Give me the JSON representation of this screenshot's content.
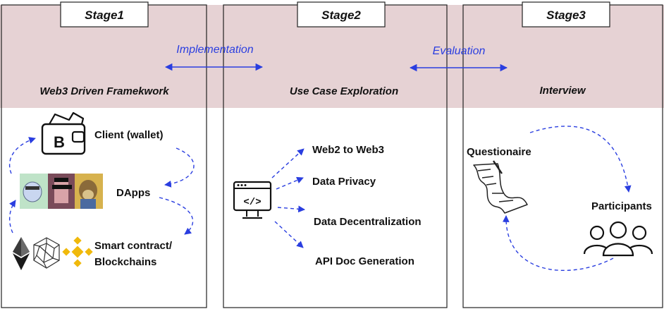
{
  "stages": [
    {
      "label": "Stage1",
      "caption": "Web3 Driven Framekwork"
    },
    {
      "label": "Stage2",
      "caption": "Use Case Exploration"
    },
    {
      "label": "Stage3",
      "caption": "Interview"
    }
  ],
  "transitions": [
    {
      "label": "Implementation"
    },
    {
      "label": "Evaluation"
    }
  ],
  "stage1": {
    "items": [
      "Client (wallet)",
      "DApps",
      "Smart contract/",
      "Blockchains"
    ],
    "wallet_glyph": "B",
    "icon_names": [
      "wallet-icon",
      "nft-icons",
      "ethereum-icon",
      "polygon-icon",
      "binance-icon"
    ]
  },
  "stage2": {
    "use_cases": [
      "Web2 to Web3",
      "Data Privacy",
      "Data Decentralization",
      "API Doc Generation"
    ],
    "code_glyph": "</>",
    "icon_names": [
      "code-monitor-icon"
    ]
  },
  "stage3": {
    "questionnaire_label": "Questionaire",
    "participants_label": "Participants",
    "icon_names": [
      "questionnaire-icon",
      "participants-icon"
    ]
  },
  "colors": {
    "band": "#e6d2d4",
    "arrow": "#2a3ee0",
    "stroke": "#222222"
  }
}
